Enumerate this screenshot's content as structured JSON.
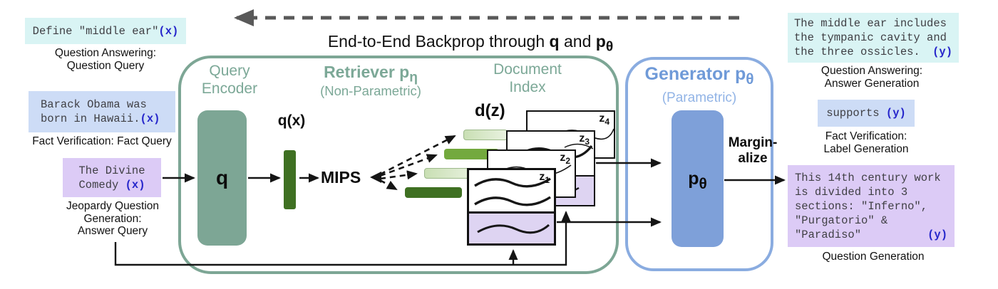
{
  "colors": {
    "cyan_box": "#D9F4F4",
    "blue_box": "#CDDCF6",
    "purple_box": "#DCCBF6",
    "doc_purple": "#DED4F2",
    "sage": "#7DA695",
    "sage_text": "#7CA897",
    "dark_green": "#3F7022",
    "mid_green": "#73A93E",
    "pale_green_1": "#C9DFB4",
    "pale_green_2": "#E9F2E0",
    "blue_border": "#8AACE0",
    "blue_title": "#6F9AD8",
    "blue_subtitle": "#92B4E6",
    "p_fill": "#7EA0D9",
    "link_blue": "#2626CB",
    "mono_text": "#3F3F44",
    "ink": "#151515",
    "backprop_gray": "#595959"
  },
  "title": {
    "prefix": "End-to-End Backprop through ",
    "q": "q",
    "and": " and ",
    "p": "p",
    "p_sub": "θ"
  },
  "left": {
    "qa": {
      "text": "Define \"middle ear\"",
      "tag": "(x)",
      "caption1": "Question Answering:",
      "caption2": "Question Query"
    },
    "fact": {
      "line1": "Barack Obama was",
      "line2": "born in Hawaii.",
      "tag": "(x)",
      "caption": "Fact Verification: Fact Query"
    },
    "jeopardy": {
      "line1": "The Divine",
      "line2": "Comedy ",
      "tag": "(x)",
      "caption1": "Jeopardy Question",
      "caption2": "Generation:",
      "caption3": "Answer Query"
    }
  },
  "retriever": {
    "encoder_line1": "Query",
    "encoder_line2": "Encoder",
    "title": "Retriever p",
    "title_sub": "η",
    "subtitle": "(Non-Parametric)",
    "q": "q",
    "qx": "q(x)",
    "mips": "MIPS",
    "dz": "d(z)",
    "index_line1": "Document",
    "index_line2": "Index",
    "docs": [
      {
        "base": "z",
        "sub": "1"
      },
      {
        "base": "z",
        "sub": "2"
      },
      {
        "base": "z",
        "sub": "3"
      },
      {
        "base": "z",
        "sub": "4"
      }
    ]
  },
  "generator": {
    "title": "Generator p",
    "title_sub": "θ",
    "subtitle": "(Parametric)",
    "p": "p",
    "p_sub": "θ",
    "marg1": "Margin-",
    "marg2": "alize"
  },
  "right": {
    "qa": {
      "line1": "The middle ear includes",
      "line2": "the tympanic cavity and",
      "line3": "the three ossicles.",
      "tag": "(y)",
      "caption1": "Question Answering:",
      "caption2": "Answer Generation"
    },
    "fact": {
      "text": "supports ",
      "tag": "(y)",
      "caption1": "Fact Verification:",
      "caption2": "Label Generation"
    },
    "qgen": {
      "line1": "This 14th century work",
      "line2": "is divided into 3",
      "line3": "sections: \"Inferno\",",
      "line4": "\"Purgatorio\" &",
      "line5": "\"Paradiso\"",
      "tag": "(y)",
      "caption": "Question Generation"
    }
  }
}
